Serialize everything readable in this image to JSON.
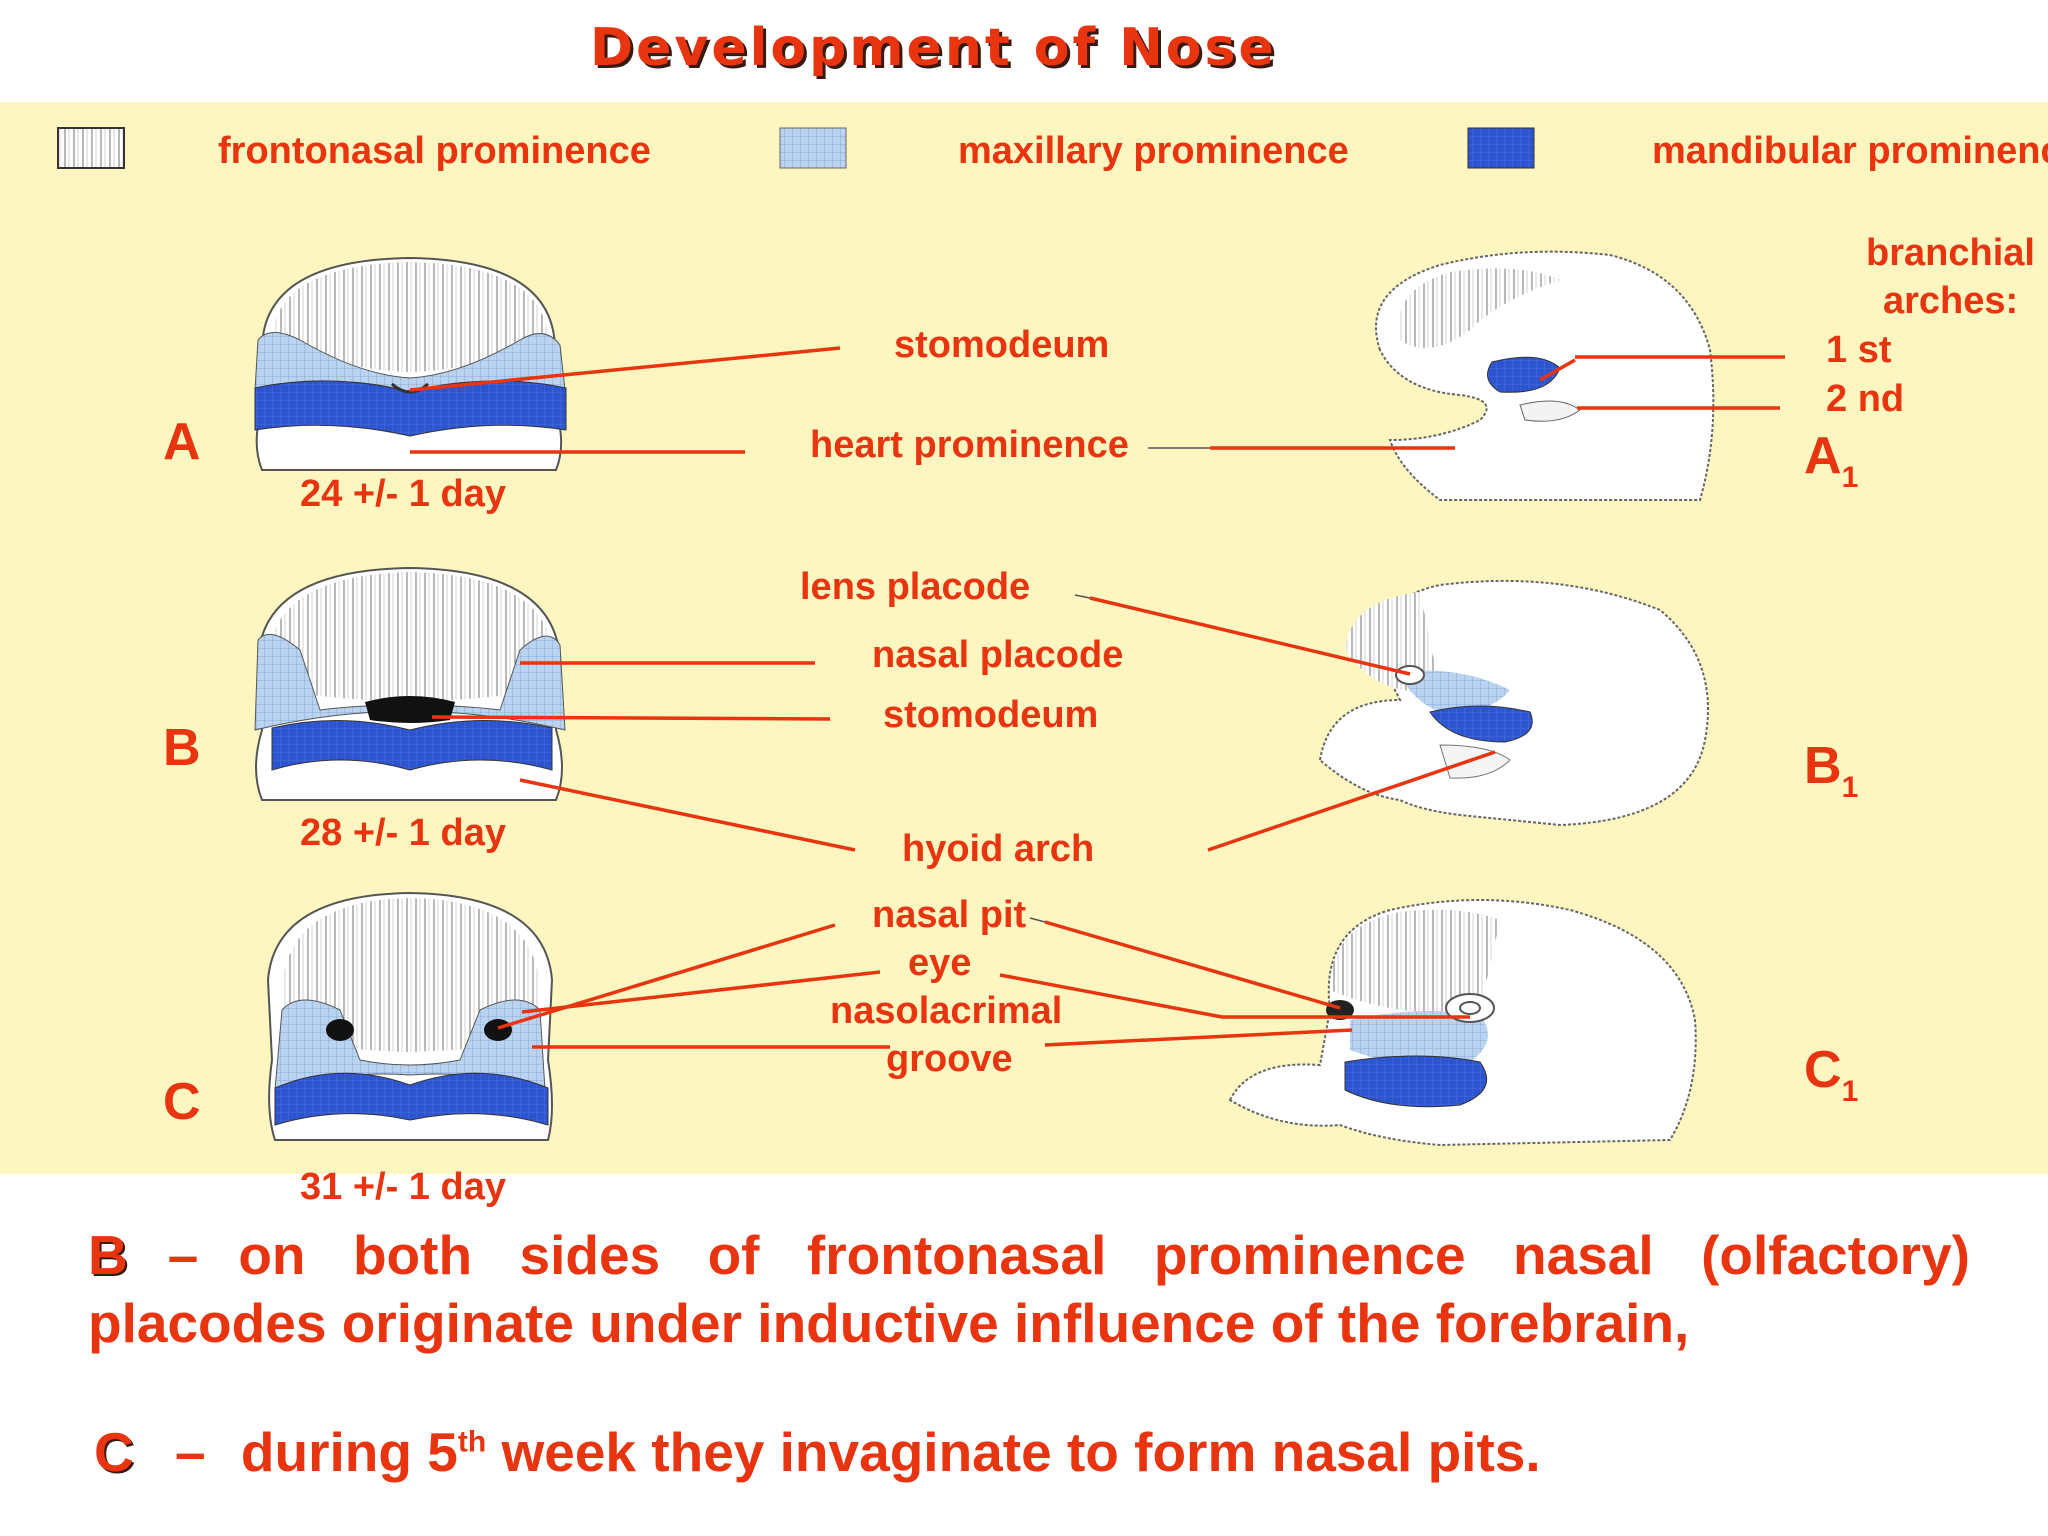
{
  "title": "Development of Nose",
  "legend": [
    {
      "label": "frontonasal prominence",
      "color": "#ffffff"
    },
    {
      "label": "maxillary prominence",
      "color": "#b9d3f0"
    },
    {
      "label": "mandibular prominence",
      "color": "#2e55d0"
    }
  ],
  "colors": {
    "accent": "#e8340f",
    "background": "#fdf6c0",
    "mandibular": "#2e55d0",
    "maxillary": "#b9d3f0"
  },
  "panels": {
    "A": {
      "letter": "A",
      "age": "24 +/- 1 day"
    },
    "B": {
      "letter": "B",
      "age": "28 +/- 1 day"
    },
    "C": {
      "letter": "C",
      "age": "31 +/- 1 day"
    },
    "A1": {
      "letter": "A",
      "index": "1"
    },
    "B1": {
      "letter": "B",
      "index": "1"
    },
    "C1": {
      "letter": "C",
      "index": "1"
    }
  },
  "labels": {
    "stomodeum_a": "stomodeum",
    "heart_prominence": "heart prominence",
    "branchial_arches_1": "branchial",
    "branchial_arches_2": "arches:",
    "arch_1st": "1 st",
    "arch_2nd": "2 nd",
    "lens_placode": "lens placode",
    "nasal_placode": "nasal placode",
    "stomodeum_b": "stomodeum",
    "hyoid_arch": "hyoid arch",
    "nasal_pit": "nasal pit",
    "eye": "eye",
    "nasolacrimal": "nasolacrimal",
    "groove": "groove"
  },
  "captions": {
    "b_letter": "B",
    "b_dash": "–",
    "b_line1": "on both sides of frontonasal prominence nasal (olfactory)",
    "b_line2": "placodes  originate under inductive influence of the forebrain,",
    "c_letter": "C",
    "c_dash": "–",
    "c_text_pre": "during 5",
    "c_sup": "th",
    "c_text_post": " week they invaginate to form nasal pits."
  }
}
